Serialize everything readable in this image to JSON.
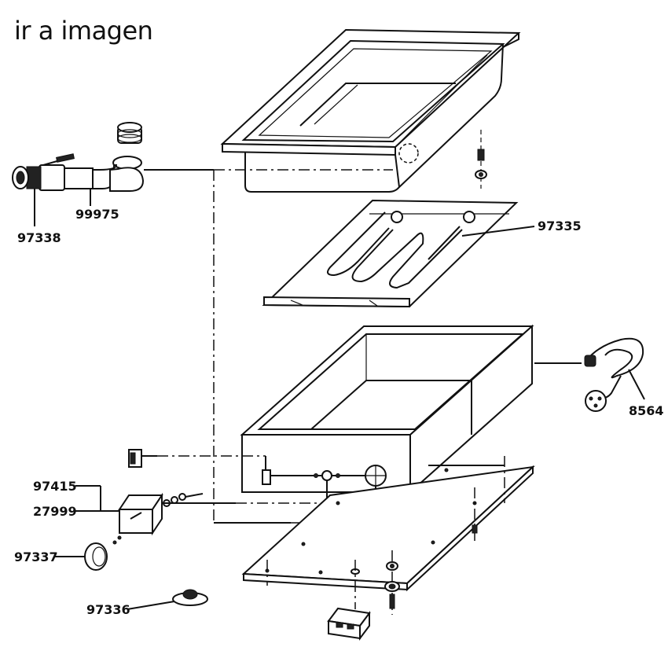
{
  "link": {
    "text": "ir a imagen"
  },
  "parts": [
    {
      "key": "p99975",
      "number": "99975"
    },
    {
      "key": "p97338",
      "number": "97338"
    },
    {
      "key": "p97335",
      "number": "97335"
    },
    {
      "key": "p8564",
      "number": "8564"
    },
    {
      "key": "p97415",
      "number": "97415"
    },
    {
      "key": "p27999",
      "number": "27999"
    },
    {
      "key": "p97337",
      "number": "97337"
    },
    {
      "key": "p97336",
      "number": "97336"
    }
  ]
}
